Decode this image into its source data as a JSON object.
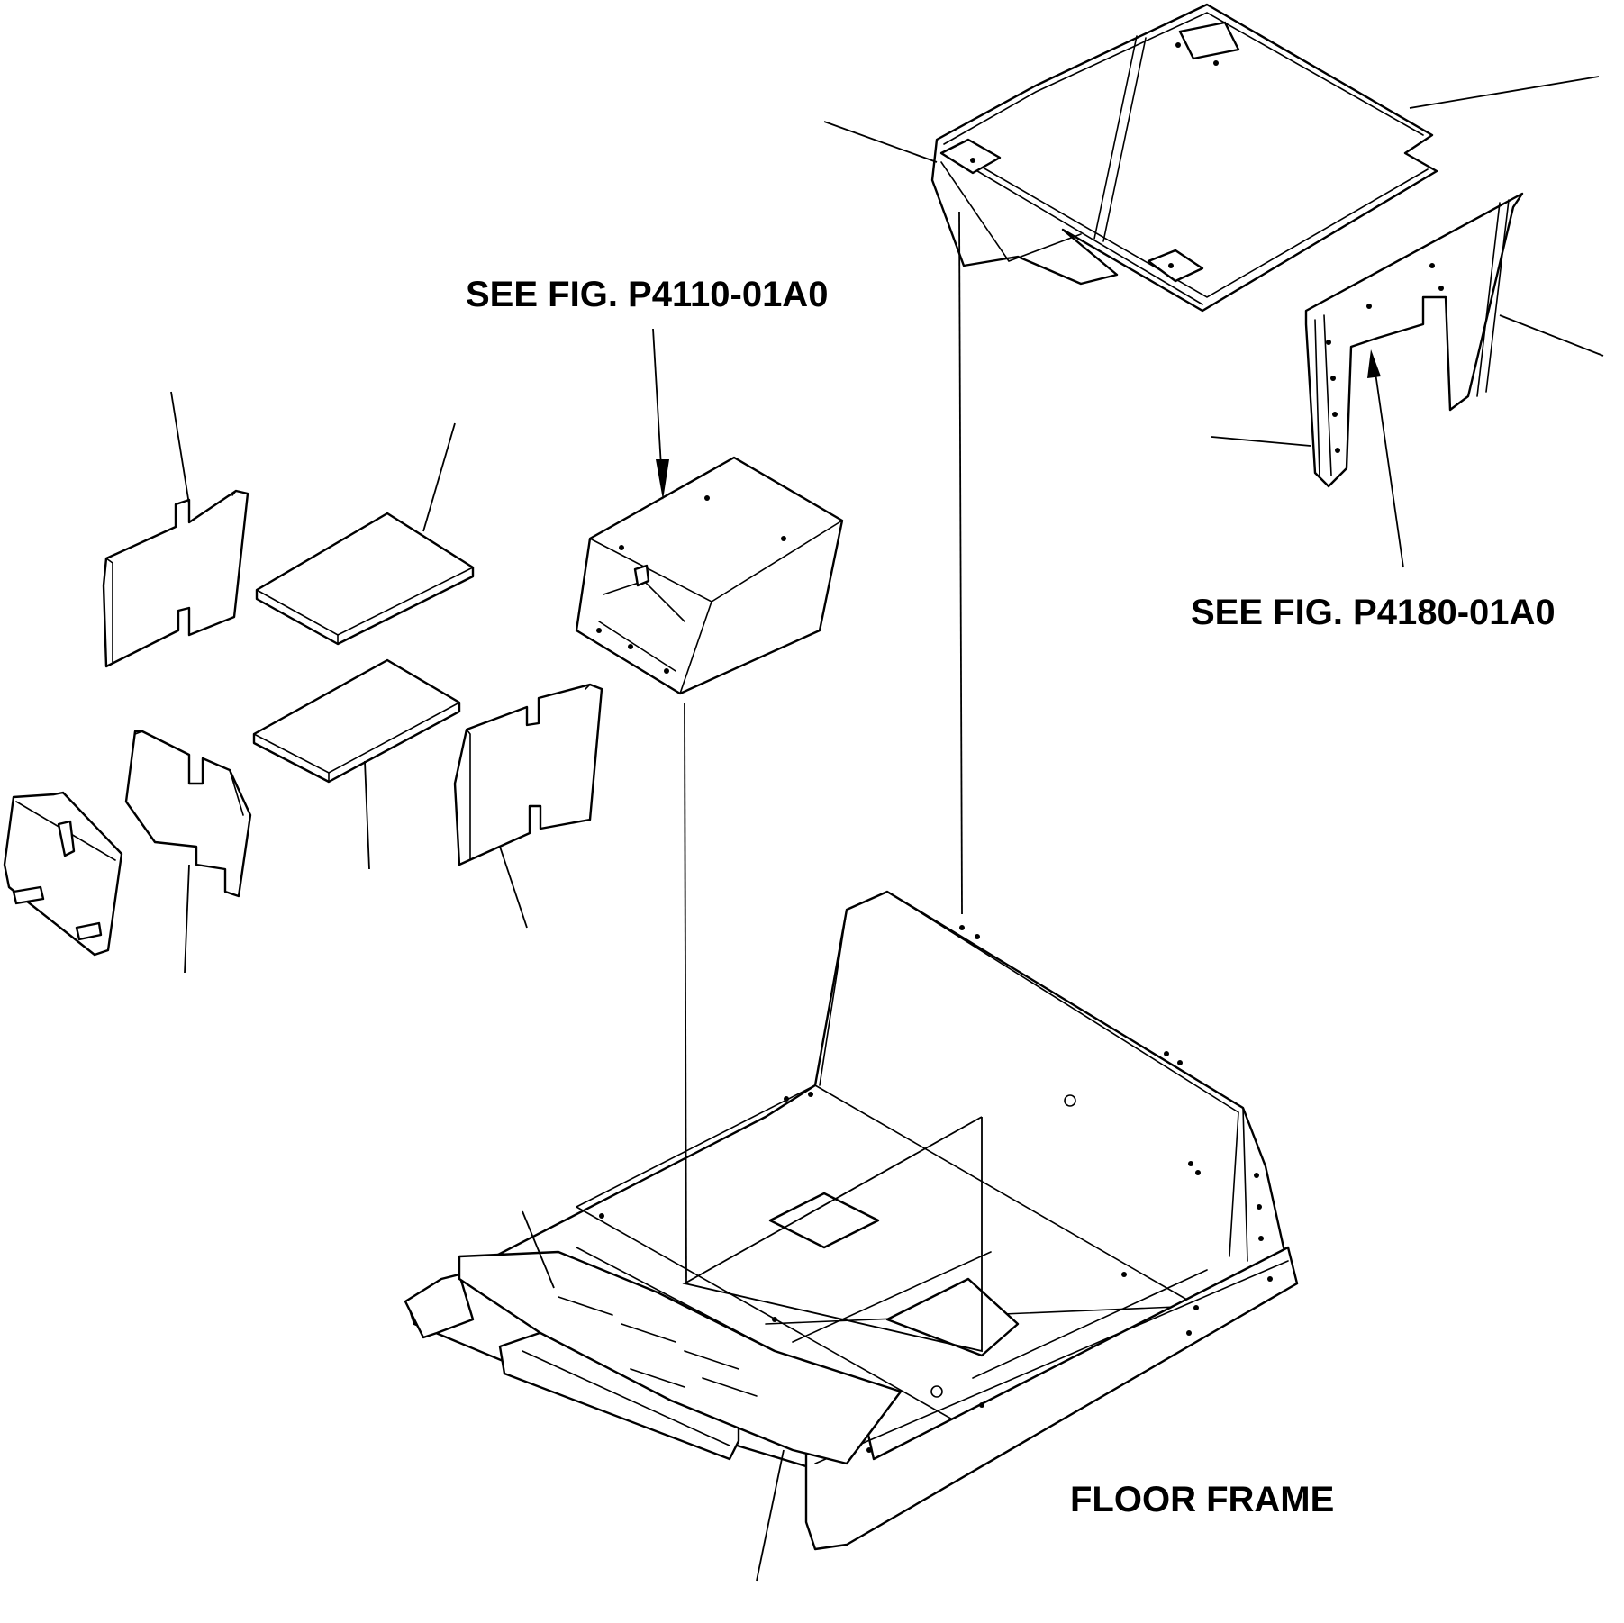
{
  "labels": {
    "ref_upper": "SEE FIG. P4110-01A0",
    "ref_right": "SEE FIG. P4180-01A0",
    "floor_frame": "FLOOR FRAME"
  },
  "colors": {
    "ink": "#000000",
    "paper": "#ffffff"
  }
}
